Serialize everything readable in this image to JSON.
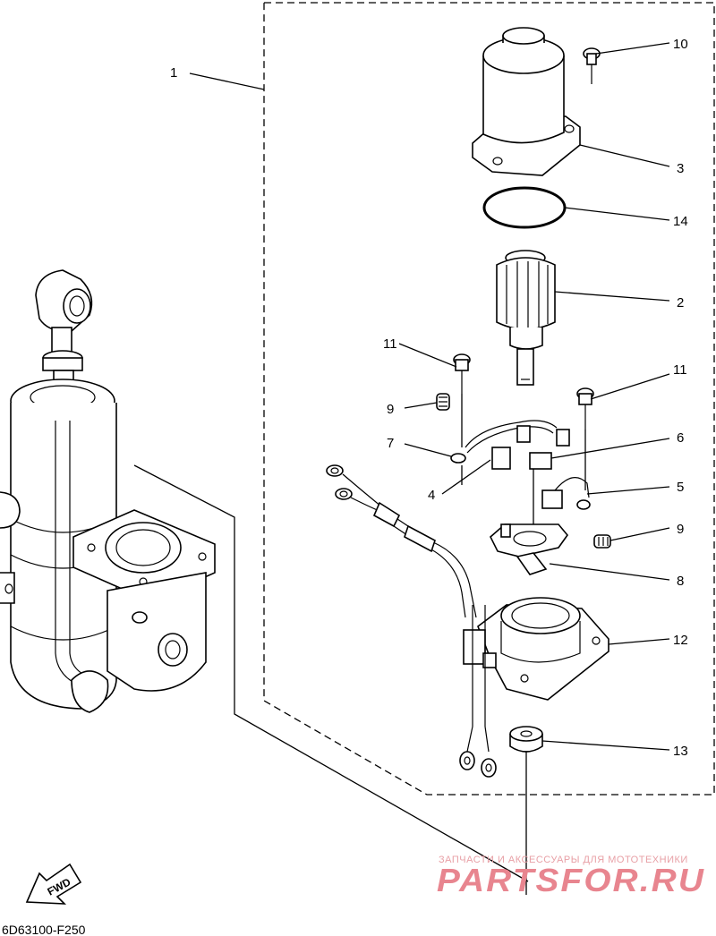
{
  "callouts": [
    {
      "id": "c1",
      "text": "1"
    },
    {
      "id": "c10",
      "text": "10"
    },
    {
      "id": "c3",
      "text": "3"
    },
    {
      "id": "c14",
      "text": "14"
    },
    {
      "id": "c2",
      "text": "2"
    },
    {
      "id": "c11a",
      "text": "11"
    },
    {
      "id": "c11b",
      "text": "11"
    },
    {
      "id": "c9a",
      "text": "9"
    },
    {
      "id": "c7",
      "text": "7"
    },
    {
      "id": "c6",
      "text": "6"
    },
    {
      "id": "c4",
      "text": "4"
    },
    {
      "id": "c5",
      "text": "5"
    },
    {
      "id": "c9b",
      "text": "9"
    },
    {
      "id": "c8",
      "text": "8"
    },
    {
      "id": "c12",
      "text": "12"
    },
    {
      "id": "c13",
      "text": "13"
    }
  ],
  "fwd_label": "FWD",
  "diagram_code": "6D63100-F250",
  "watermark": {
    "tagline": "ЗАПЧАСТИ И АКСЕССУАРЫ ДЛЯ МОТОТЕХНИКИ",
    "brand": "PARTSFOR.RU",
    "color": "#e8858f"
  }
}
